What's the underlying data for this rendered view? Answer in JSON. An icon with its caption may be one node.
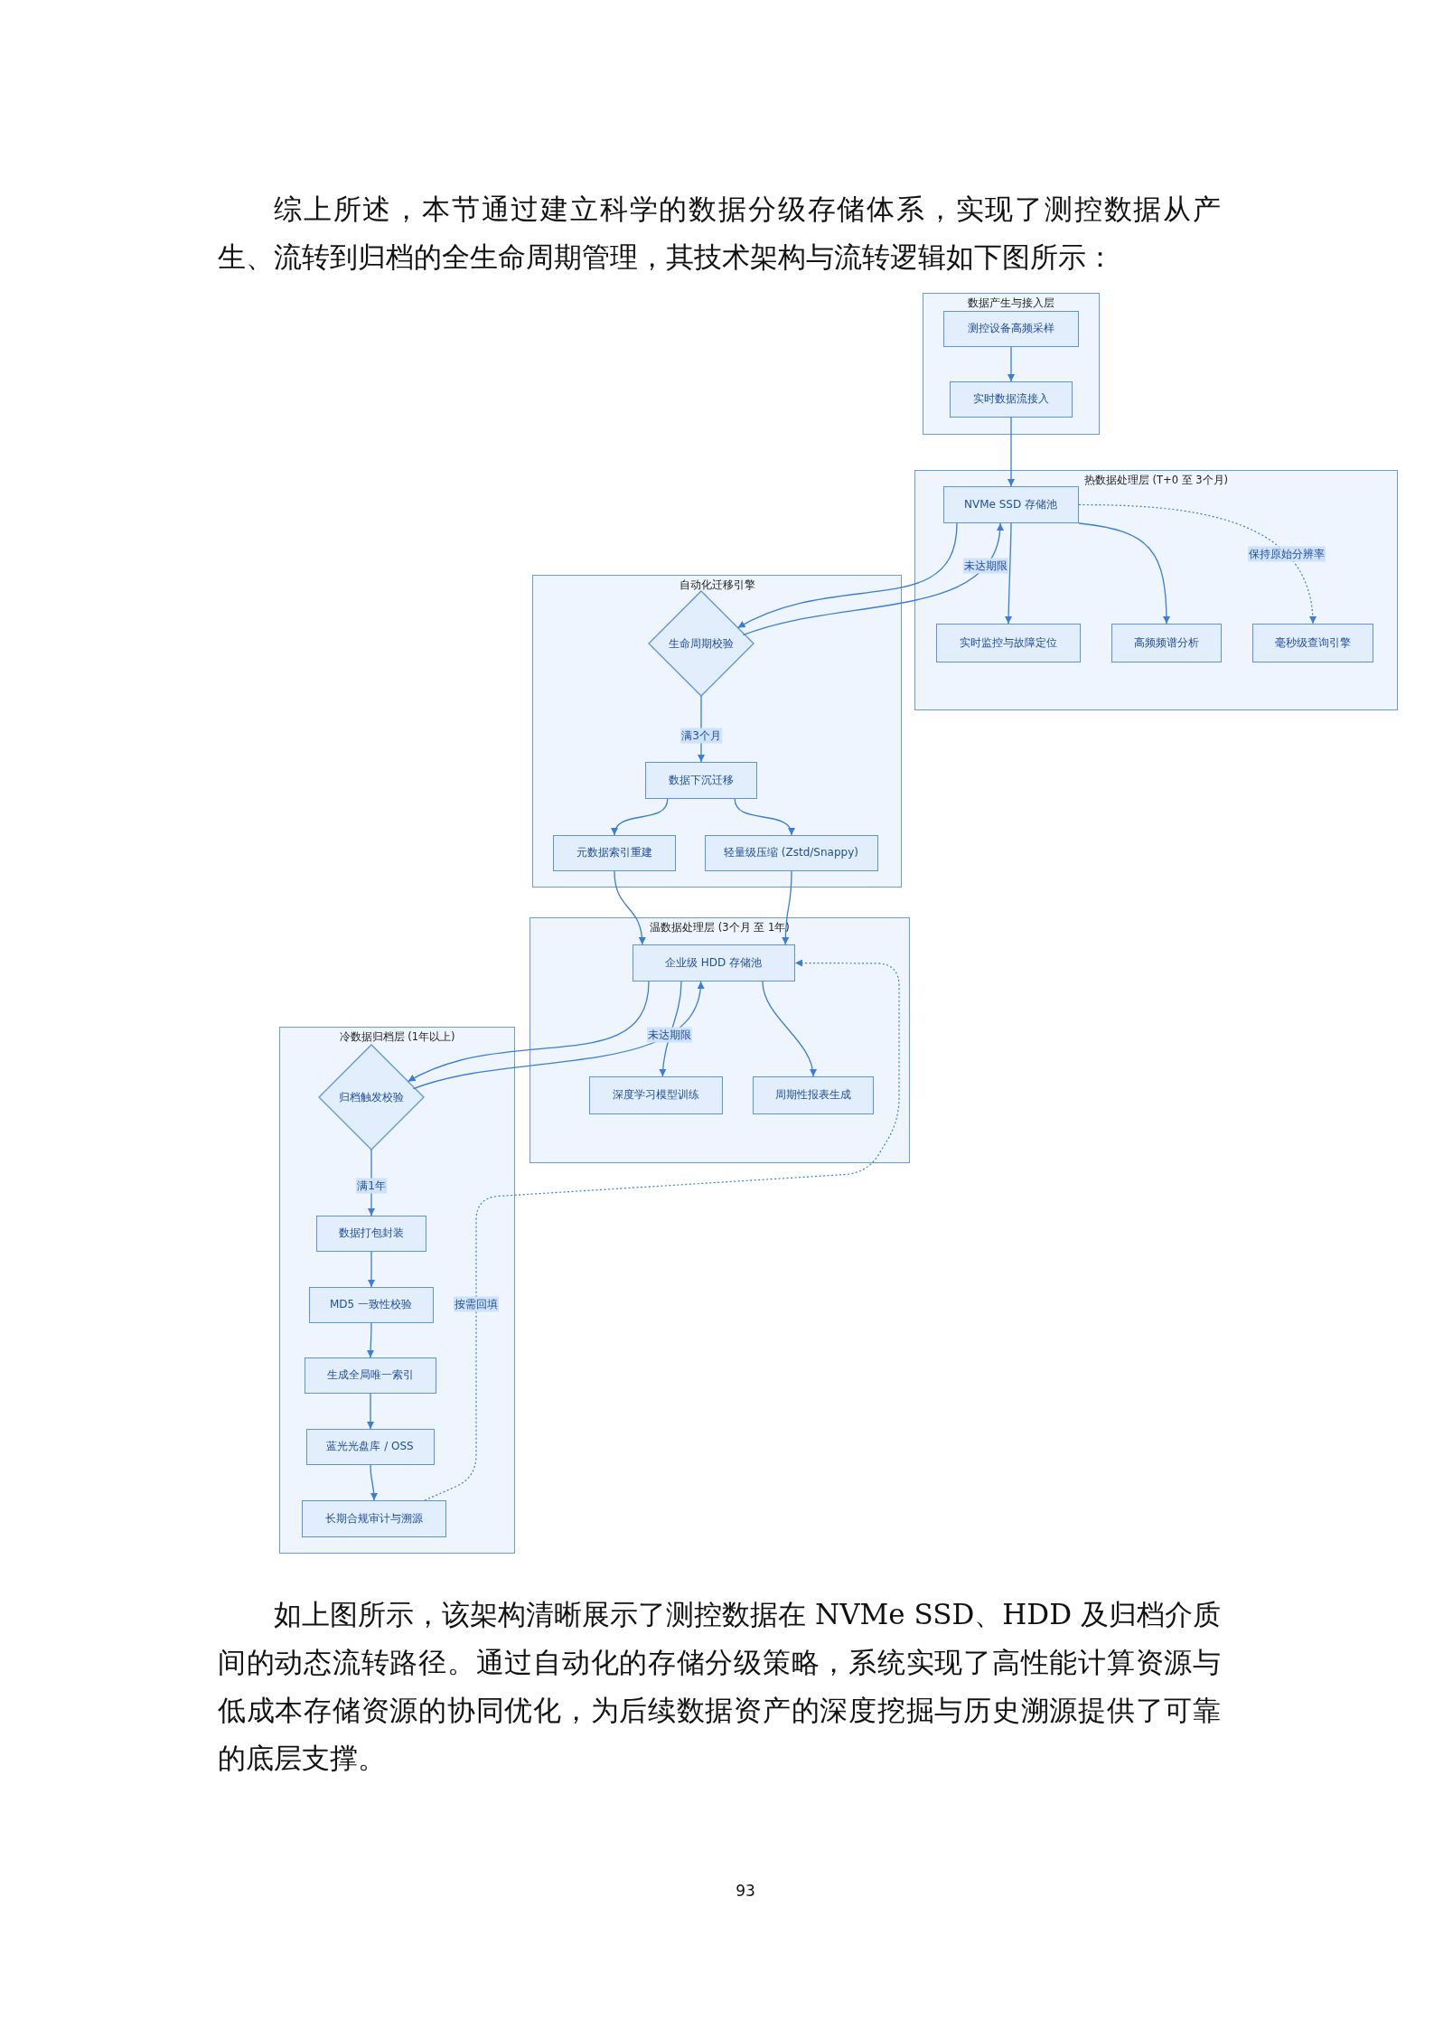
{
  "diagram": {
    "nodes": [
      {
        "text": [
          "数据产生与接入层"
        ]
      },
      {
        "text": [
          "测控设备高频采样"
        ],
        "in": 0
      },
      {
        "text": [
          "实时数据流接入"
        ],
        "in": 0
      },
      {
        "text": [
          "热数据处理层 (T+0 至 3个月)"
        ]
      },
      {
        "text": [
          "NVMe SSD 存储池"
        ],
        "in": 3
      },
      {
        "text": [
          "实时监控与故障定位"
        ],
        "in": 3
      },
      {
        "text": [
          "高频频谱分析"
        ],
        "in": 3
      },
      {
        "text": [
          "毫秒级查询引擎"
        ],
        "in": 3
      },
      {
        "text": [
          "自动化迁移引擎"
        ]
      },
      {
        "text": [
          "生命周期校验"
        ],
        "in": 8
      },
      {
        "text": [
          "数据下沉迁移"
        ],
        "in": 8
      },
      {
        "text": [
          "元数据索引重建"
        ],
        "in": 8
      },
      {
        "text": [
          "轻量级压缩 (Zstd/Snappy)"
        ],
        "in": 8
      },
      {
        "text": [
          "温数据处理层 (3个月 至 1年)"
        ]
      },
      {
        "text": [
          "企业级 HDD 存储池"
        ],
        "in": 13
      },
      {
        "text": [
          "深度学习模型训练"
        ],
        "in": 13
      },
      {
        "text": [
          "周期性报表生成"
        ],
        "in": 13
      },
      {
        "text": [
          "冷数据归档层 (1年以上)"
        ]
      },
      {
        "text": [
          "归档触发校验"
        ],
        "in": 17
      },
      {
        "text": [
          "数据打包封装"
        ],
        "in": 17
      },
      {
        "text": [
          "MD5 一致性校验"
        ],
        "in": 17
      },
      {
        "text": [
          "生成全局唯一索引"
        ],
        "in": 17
      },
      {
        "text": [
          "蓝光光盘库 / OSS"
        ],
        "in": 17
      },
      {
        "text": [
          "长期合规审计与溯源"
        ],
        "in": 17
      }
    ],
    "edges": [
      {
        "from": 1,
        "to": 2,
        "arrow": "to"
      },
      {
        "from": 2,
        "to": 4,
        "arrow": "to"
      },
      {
        "from": 4,
        "to": 5,
        "arrow": "to"
      },
      {
        "from": 4,
        "to": 6,
        "arrow": "to"
      },
      {
        "from": 4,
        "to": 7,
        "arrow": "to",
        "label": "保持原始分辨率",
        "style": "dashed"
      },
      {
        "from": 4,
        "to": 9,
        "arrow": "to"
      },
      {
        "from": 9,
        "to": 4,
        "arrow": "to",
        "label": "未达期限"
      },
      {
        "from": 9,
        "to": 10,
        "arrow": "to",
        "label": "满3个月"
      },
      {
        "from": 10,
        "to": 11,
        "arrow": "to"
      },
      {
        "from": 10,
        "to": 12,
        "arrow": "to"
      },
      {
        "from": 11,
        "to": 14,
        "arrow": "to"
      },
      {
        "from": 12,
        "to": 14,
        "arrow": "to"
      },
      {
        "from": 14,
        "to": 18,
        "arrow": "to"
      },
      {
        "from": 18,
        "to": 14,
        "arrow": "to",
        "label": "未达期限"
      },
      {
        "from": 14,
        "to": 15,
        "arrow": "to"
      },
      {
        "from": 14,
        "to": 16,
        "arrow": "to"
      },
      {
        "from": 18,
        "to": 19,
        "arrow": "to",
        "label": "满1年"
      },
      {
        "from": 19,
        "to": 20,
        "arrow": "to"
      },
      {
        "from": 20,
        "to": 21,
        "arrow": "to"
      },
      {
        "from": 21,
        "to": 22,
        "arrow": "to"
      },
      {
        "from": 22,
        "to": 23,
        "arrow": "to"
      },
      {
        "from": 23,
        "to": 14,
        "arrow": "to",
        "label": "按需回填",
        "style": "dashed"
      }
    ],
    "labels": [
      "综上所述，本节通过建立科学的数据分级存储体系，实现了测控数据从产生、流转到归档的全生命周期管理，其技术架构与流转逻辑如下图所示：",
      "如上图所示，该架构清晰展示了测控数据在 NVMe SSD、HDD 及归档介质间的动态流转路径。通过自动化的存储分级策略，系统实现了高性能计算资源与低成本存储资源的协同优化，为后续数据资产的深度挖掘与历史溯源提供了可靠的底层支撑。",
      "93"
    ]
  }
}
